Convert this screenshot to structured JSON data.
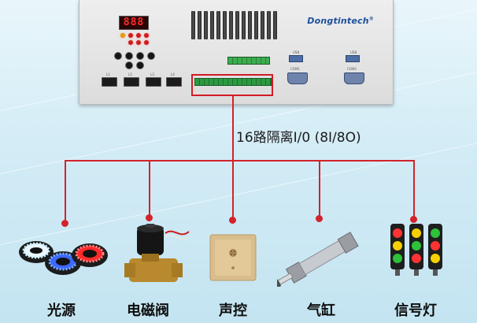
{
  "device": {
    "display_value": "888",
    "brand_main": "Dongtintech",
    "brand_tm": "®",
    "port_labels": {
      "usb_left": "USB",
      "usb_right": "USB",
      "com_left": "COM1",
      "com_right": "COM2",
      "lan1": "L1",
      "lan2": "L2",
      "lan3": "L3",
      "lan4": "L4"
    }
  },
  "io_label": "16路隔离I/0 (8I/8O)",
  "devices": [
    {
      "name": "光源"
    },
    {
      "name": "电磁阀"
    },
    {
      "name": "声控"
    },
    {
      "name": "气缸"
    },
    {
      "name": "信号灯"
    }
  ],
  "colors": {
    "line": "#d4222a",
    "highlight_box": "#d21c24",
    "brand_blue": "#1d4f9c",
    "brand_orange": "#e07a00"
  }
}
